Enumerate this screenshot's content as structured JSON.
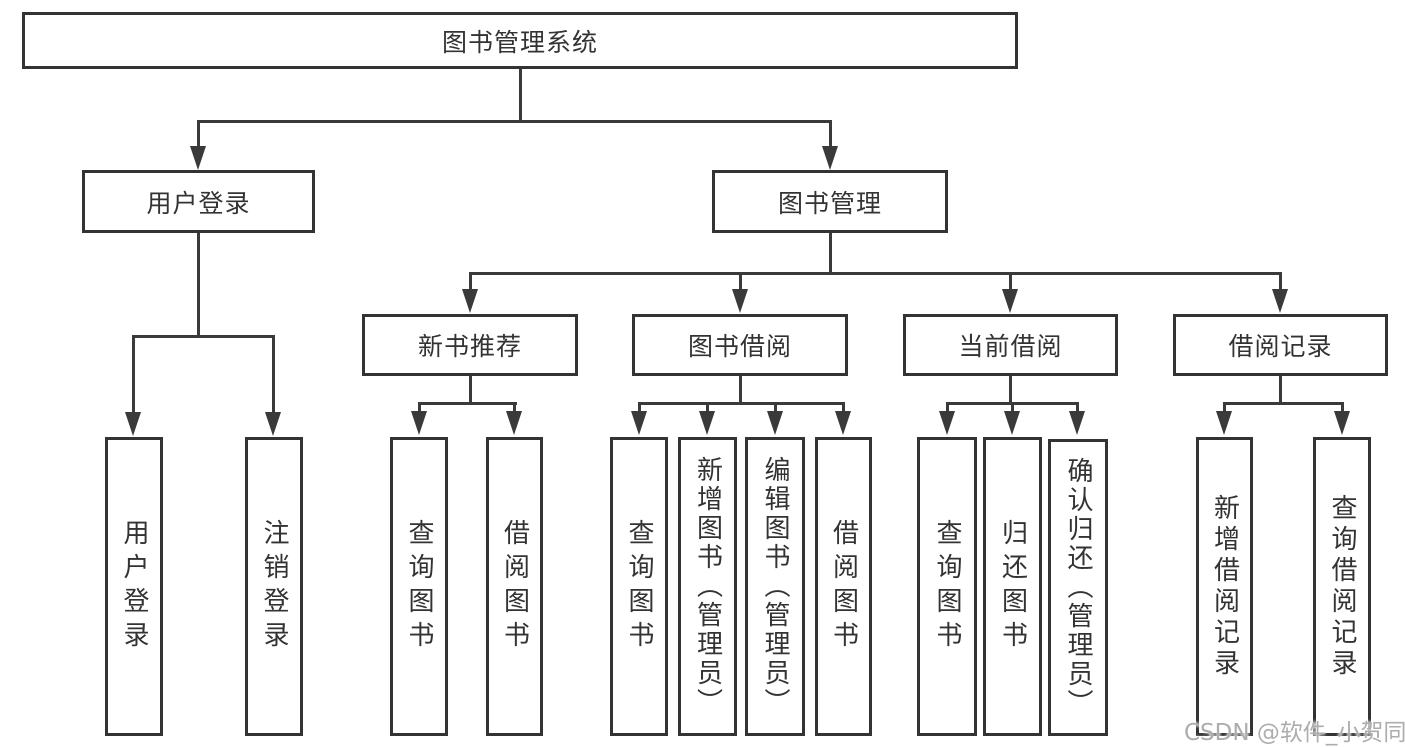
{
  "nodes": {
    "root": {
      "label": "图书管理系统"
    },
    "user_login": {
      "label": "用户登录"
    },
    "book_mgmt": {
      "label": "图书管理"
    },
    "new_books": {
      "label": "新书推荐"
    },
    "book_borrow": {
      "label": "图书借阅"
    },
    "current_borrow": {
      "label": "当前借阅"
    },
    "borrow_records": {
      "label": "借阅记录"
    },
    "user_login_leaf": {
      "label": "用户登录"
    },
    "logout_leaf": {
      "label": "注销登录"
    },
    "nb_query": {
      "label": "查询图书"
    },
    "nb_borrow": {
      "label": "借阅图书"
    },
    "bb_query": {
      "label": "查询图书"
    },
    "bb_add": {
      "label": "新增图书（管理员）"
    },
    "bb_edit": {
      "label": "编辑图书（管理员）"
    },
    "bb_borrow": {
      "label": "借阅图书"
    },
    "cb_query": {
      "label": "查询图书"
    },
    "cb_return": {
      "label": "归还图书"
    },
    "cb_confirm": {
      "label": "确认归还（管理员）"
    },
    "br_add": {
      "label": "新增借阅记录"
    },
    "br_query": {
      "label": "查询借阅记录"
    }
  },
  "hierarchy": {
    "root": [
      "user_login",
      "book_mgmt"
    ],
    "user_login": [
      "user_login_leaf",
      "logout_leaf"
    ],
    "book_mgmt": [
      "new_books",
      "book_borrow",
      "current_borrow",
      "borrow_records"
    ],
    "new_books": [
      "nb_query",
      "nb_borrow"
    ],
    "book_borrow": [
      "bb_query",
      "bb_add",
      "bb_edit",
      "bb_borrow"
    ],
    "current_borrow": [
      "cb_query",
      "cb_return",
      "cb_confirm"
    ],
    "borrow_records": [
      "br_add",
      "br_query"
    ]
  },
  "watermark": "CSDN @软件_小贺同学",
  "colors": {
    "line": "#3a3a3a",
    "box_border": "#333333",
    "text": "#333333",
    "watermark": "#adadad",
    "background": "#ffffff"
  }
}
